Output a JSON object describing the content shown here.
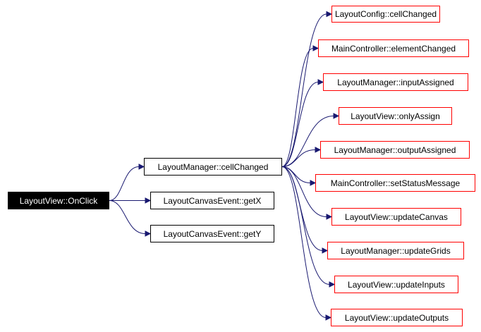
{
  "graph": {
    "colors": {
      "edge": "#191970",
      "leaf_border": "#ff0000",
      "node_border": "#000000",
      "root_fill": "#000000"
    },
    "nodes": {
      "root": "LayoutView::OnClick",
      "cell_changed": "LayoutManager::cellChanged",
      "get_x": "LayoutCanvasEvent::getX",
      "get_y": "LayoutCanvasEvent::getY",
      "config_cell_changed": "LayoutConfig::cellChanged",
      "element_changed": "MainController::elementChanged",
      "input_assigned": "LayoutManager::inputAssigned",
      "only_assign": "LayoutView::onlyAssign",
      "output_assigned": "LayoutManager::outputAssigned",
      "set_status_message": "MainController::setStatusMessage",
      "update_canvas": "LayoutView::updateCanvas",
      "update_grids": "LayoutManager::updateGrids",
      "update_inputs": "LayoutView::updateInputs",
      "update_outputs": "LayoutView::updateOutputs"
    },
    "edges": [
      [
        "root",
        "cell_changed"
      ],
      [
        "root",
        "get_x"
      ],
      [
        "root",
        "get_y"
      ],
      [
        "cell_changed",
        "config_cell_changed"
      ],
      [
        "cell_changed",
        "element_changed"
      ],
      [
        "cell_changed",
        "input_assigned"
      ],
      [
        "cell_changed",
        "only_assign"
      ],
      [
        "cell_changed",
        "output_assigned"
      ],
      [
        "cell_changed",
        "set_status_message"
      ],
      [
        "cell_changed",
        "update_canvas"
      ],
      [
        "cell_changed",
        "update_grids"
      ],
      [
        "cell_changed",
        "update_inputs"
      ],
      [
        "cell_changed",
        "update_outputs"
      ]
    ]
  }
}
